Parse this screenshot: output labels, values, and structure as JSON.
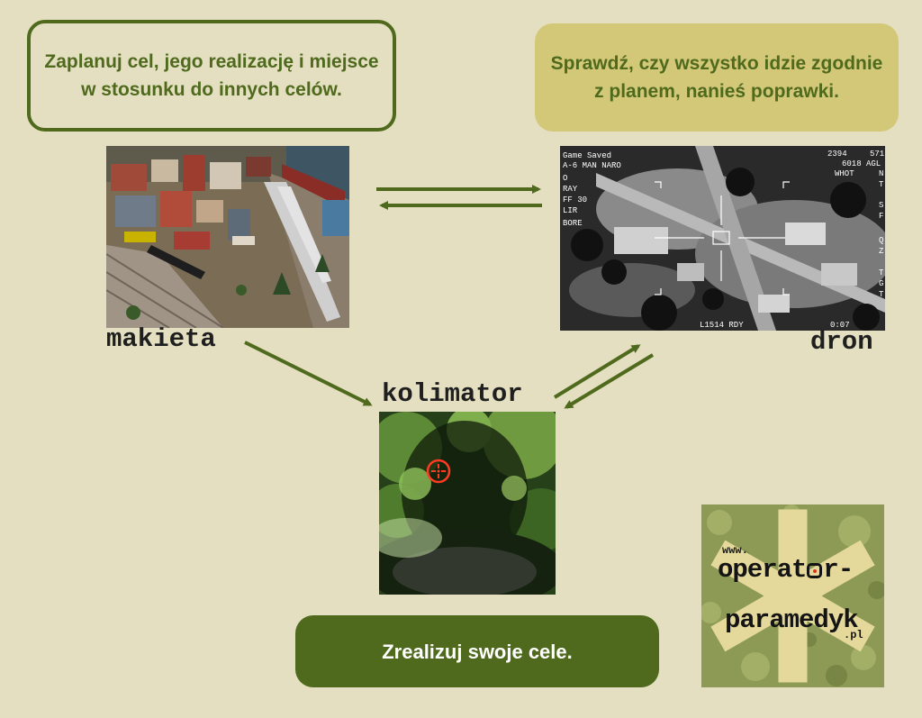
{
  "boxes": {
    "plan": "Zaplanuj cel, jego realizację i miejsce w stosunku do innych celów.",
    "check": "Sprawdź, czy wszystko idzie zgodnie z planem, nanieś poprawki.",
    "realize": "Zrealizuj swoje cele."
  },
  "labels": {
    "model": "makieta",
    "drone": "dron",
    "collimator": "kolimator"
  },
  "drone_hud": {
    "game_saved": "Game Saved",
    "mode_line": "A-6   MAN NARO",
    "top_right_1": "2394",
    "top_right_2": "571",
    "agl": "6018 AGL",
    "whot": "WHOT",
    "left_col": [
      "O",
      "RAY",
      "FF 30",
      "LIR",
      "BORE"
    ],
    "right_col": [
      "N",
      "T",
      "S",
      "F",
      "Q",
      "Z",
      "T",
      "G",
      "T"
    ],
    "bottom_left": "L1514 RDY",
    "bottom_right": "0:07"
  },
  "logo": {
    "www": "www.",
    "line1_a": "operat",
    "line1_b": "r-",
    "line2": "paramedyk",
    "pl": ".pl"
  },
  "colors": {
    "background": "#e3dfc0",
    "accent_green": "#4f6a1d",
    "accent_khaki": "#d3c878",
    "arrow": "#4f6a1d"
  }
}
